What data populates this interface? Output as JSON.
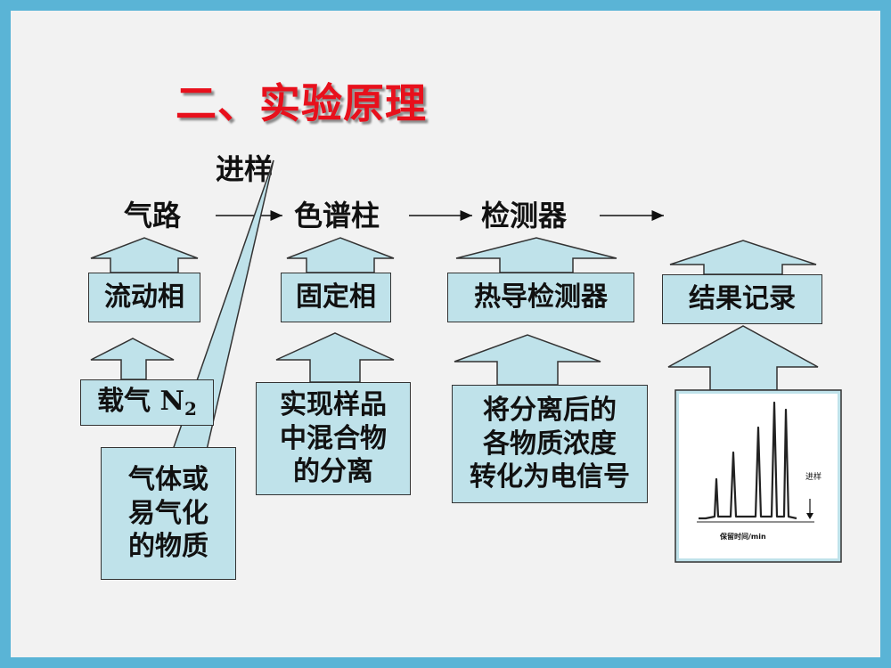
{
  "title": "二、实验原理",
  "injection_label": "进样",
  "flow": [
    "气路",
    "色谱柱",
    "检测器"
  ],
  "components": {
    "mobile_phase": "流动相",
    "stationary_phase": "固定相",
    "detector": "热导检测器",
    "recorder": "结果记录"
  },
  "carrier_gas": {
    "label": "载气 N",
    "subscript": "2"
  },
  "notes": {
    "sample": [
      "气体或",
      "易气化",
      "的物质"
    ],
    "separation": [
      "实现样品",
      "中混合物",
      "的分离"
    ],
    "conversion": [
      "将分离后的",
      "各物质浓度",
      "转化为电信号"
    ]
  },
  "chromatogram": {
    "injection_label": "进样",
    "xlabel": "保留时间/min"
  },
  "colors": {
    "title": "#e8101c",
    "box_fill": "#bfe2ea",
    "frame": "#5ab4d6"
  }
}
